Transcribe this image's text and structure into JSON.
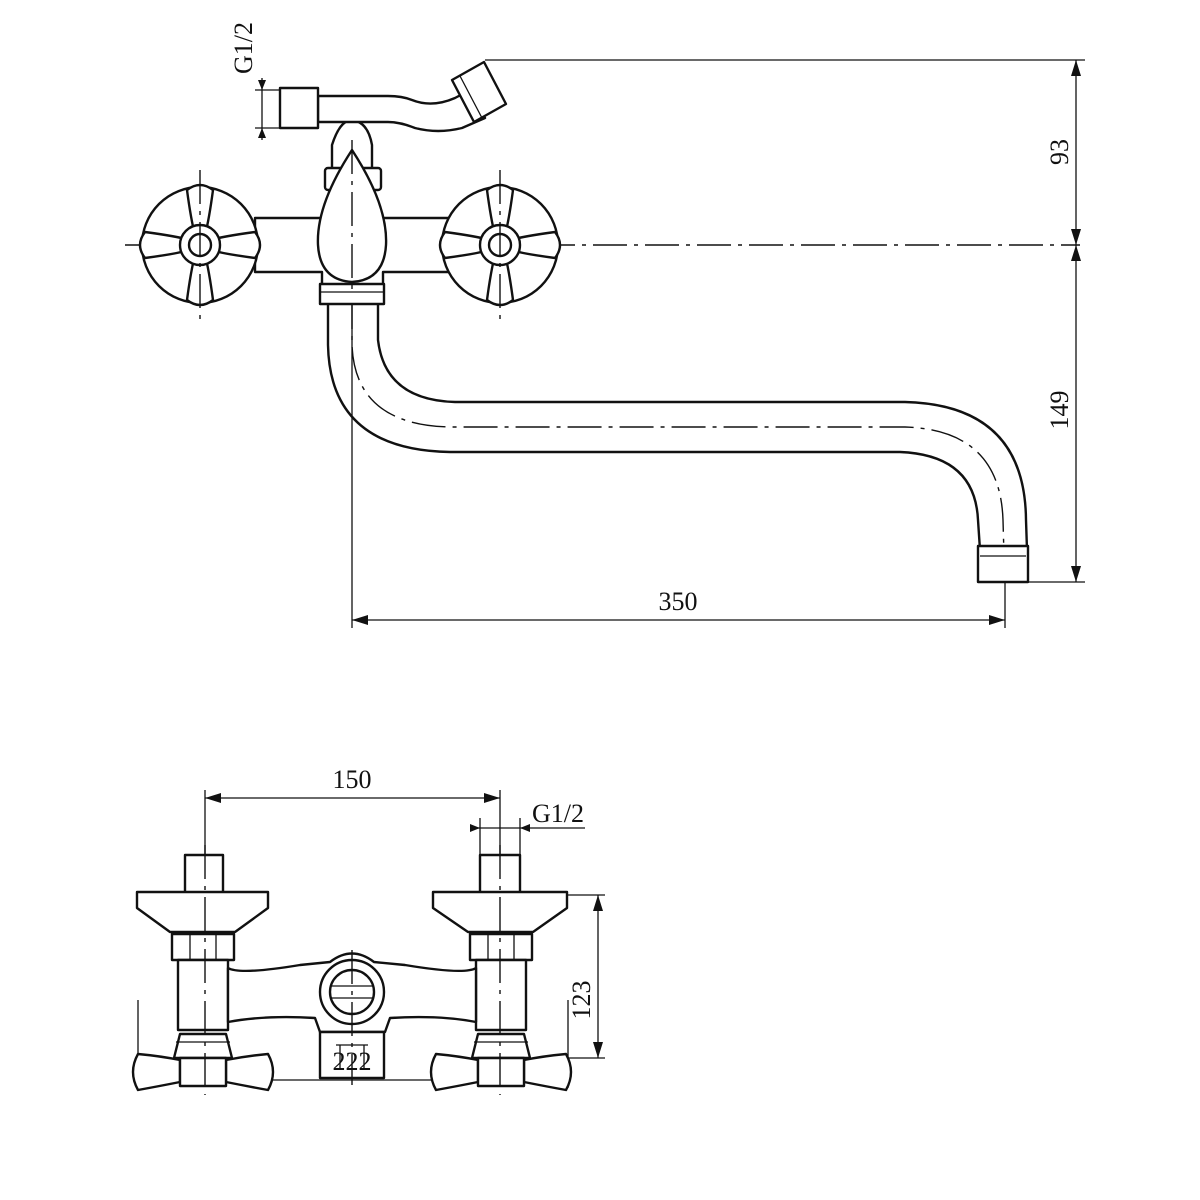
{
  "top_view": {
    "dim_width": "350",
    "dim_top_height": "93",
    "dim_bottom_height": "149",
    "thread_label": "G1/2"
  },
  "bottom_view": {
    "dim_centers": "150",
    "dim_overall": "222",
    "dim_height": "123",
    "thread_label": "G1/2"
  }
}
